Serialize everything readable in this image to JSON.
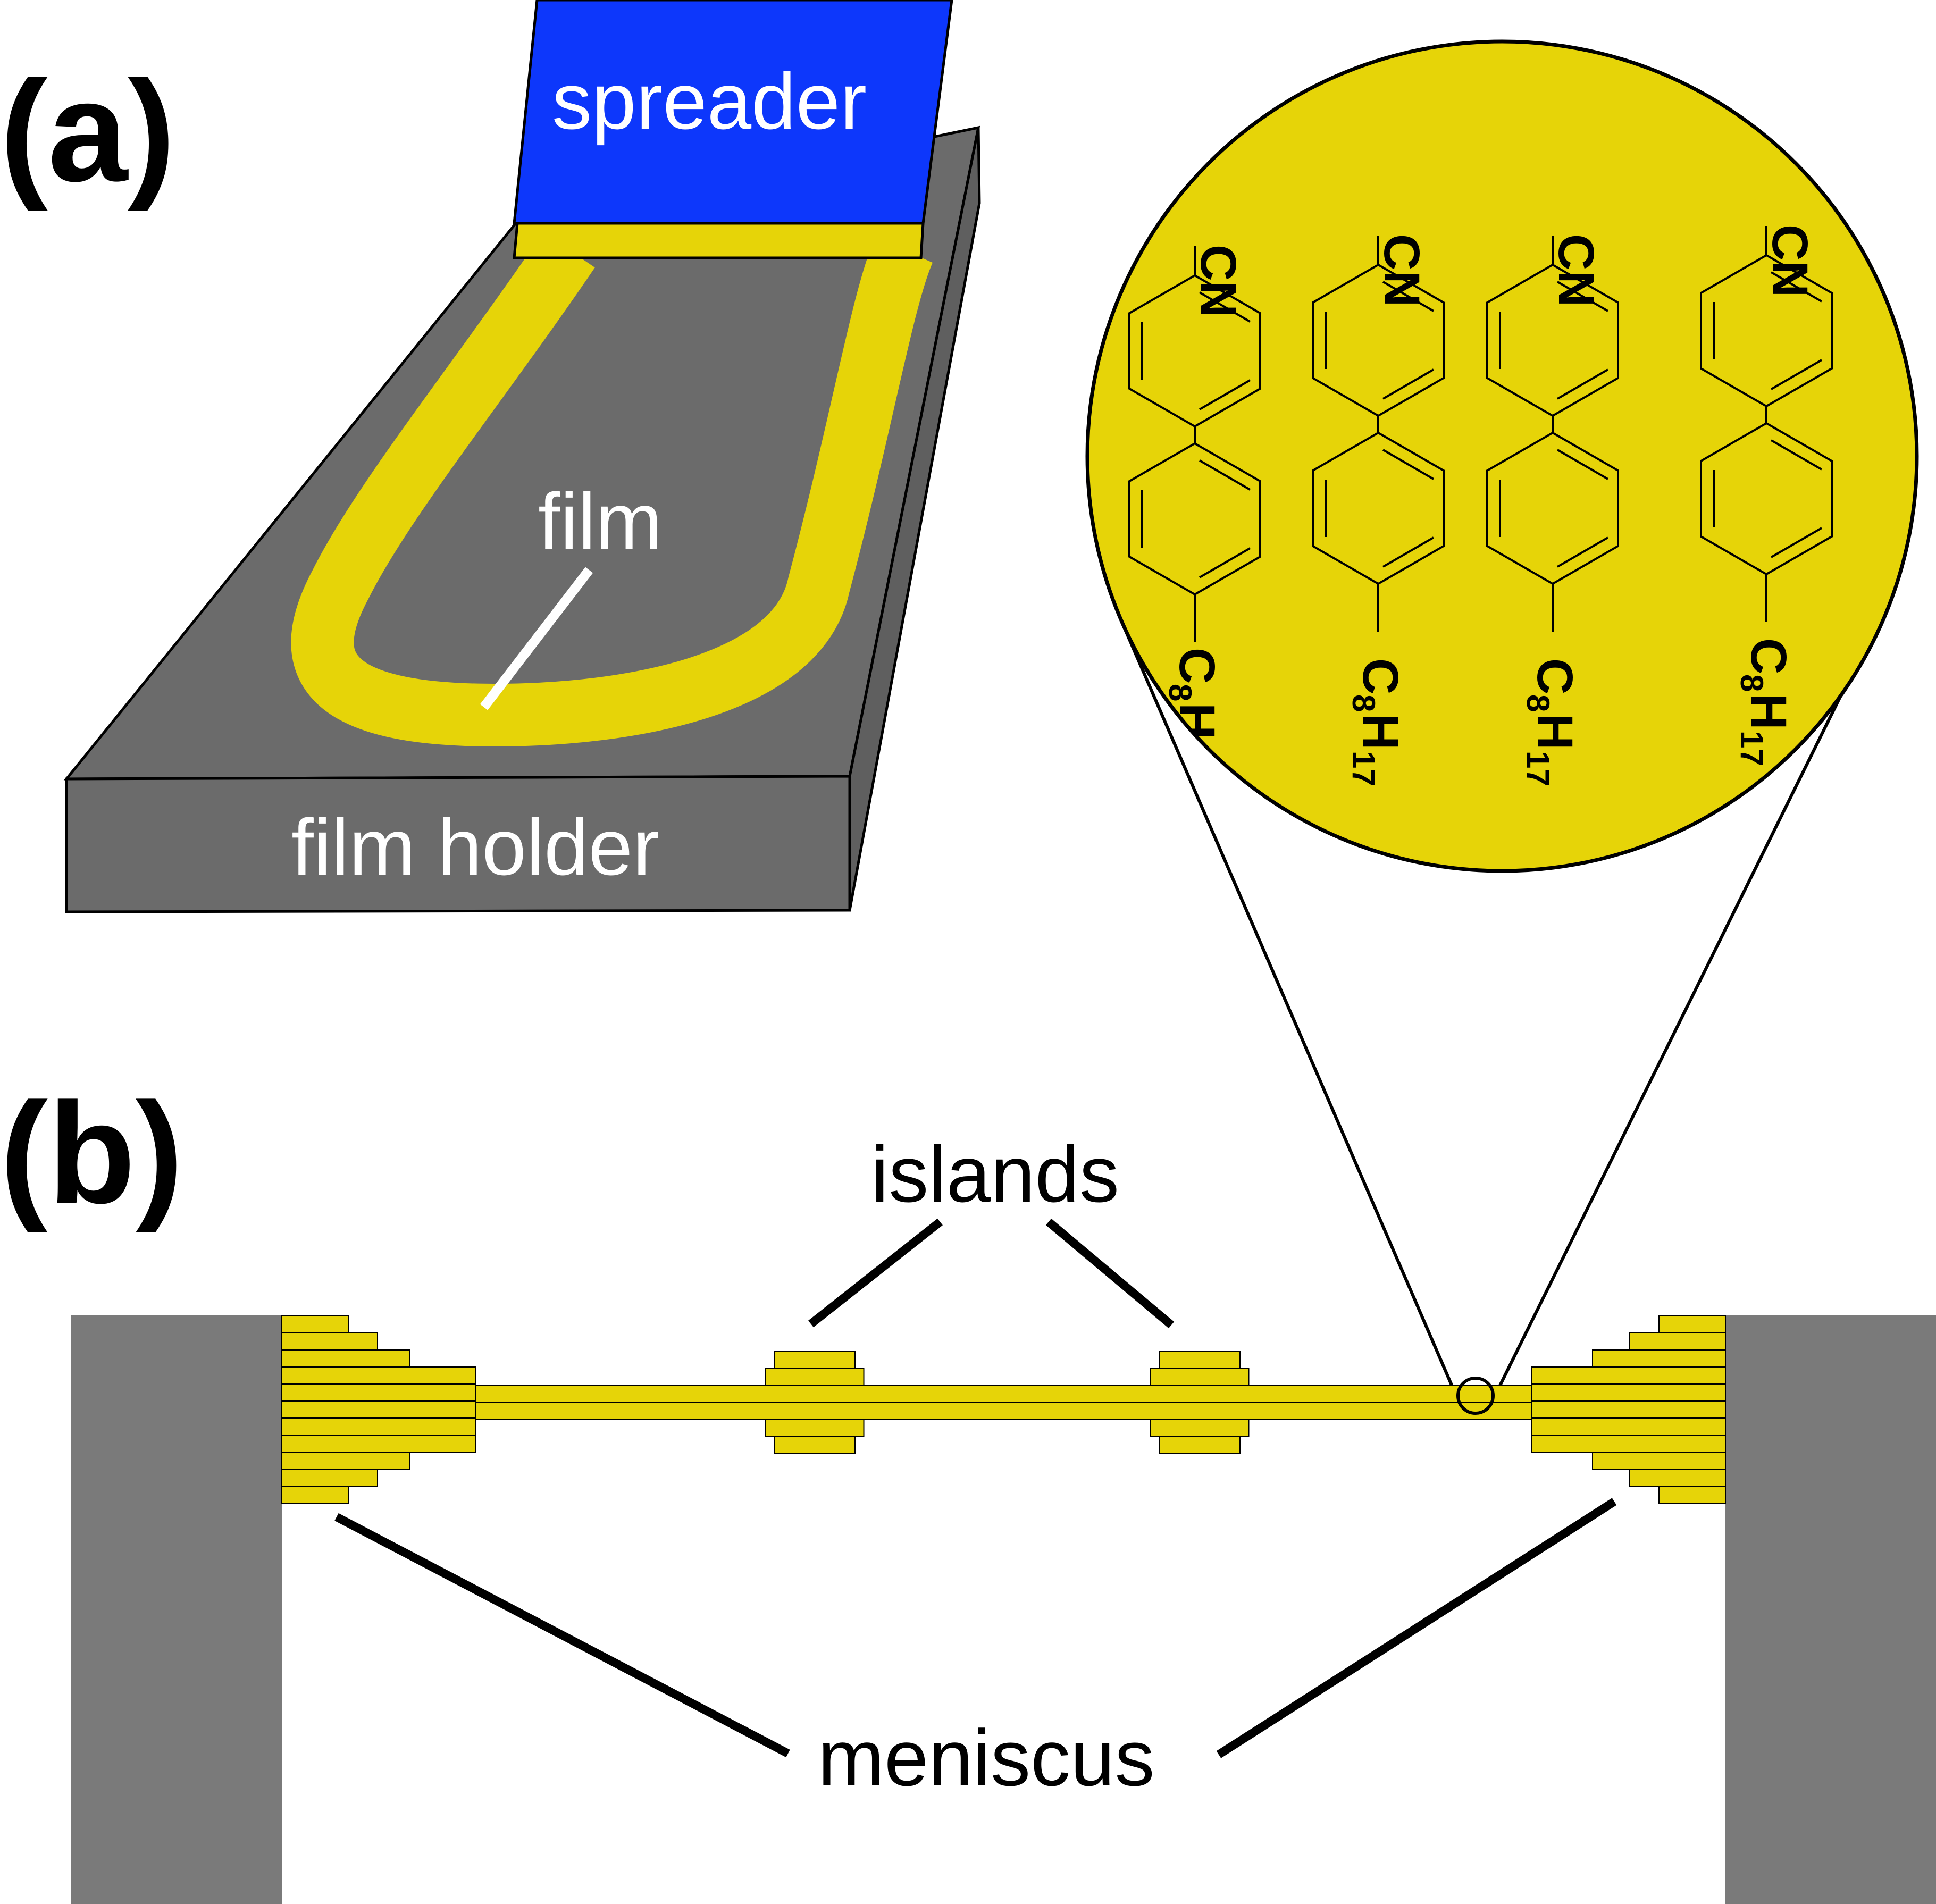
{
  "panels": {
    "a": "(a)",
    "b": "(b)"
  },
  "labels": {
    "spreader": "spreader",
    "film": "film",
    "film_holder": "film holder",
    "islands": "islands",
    "meniscus": "meniscus"
  },
  "molecule": {
    "head_group": "CN",
    "tail_C": "C",
    "tail_C_sub": "8",
    "tail_H": "H",
    "tail_H_sub": "17"
  },
  "colors": {
    "film_yellow": "#e6d408",
    "spreader_blue": "#0d37fb",
    "holder_gray": "#6b6b6b",
    "wall_gray": "#7a7a7a",
    "label_white": "#ffffff",
    "outline": "#000000"
  }
}
